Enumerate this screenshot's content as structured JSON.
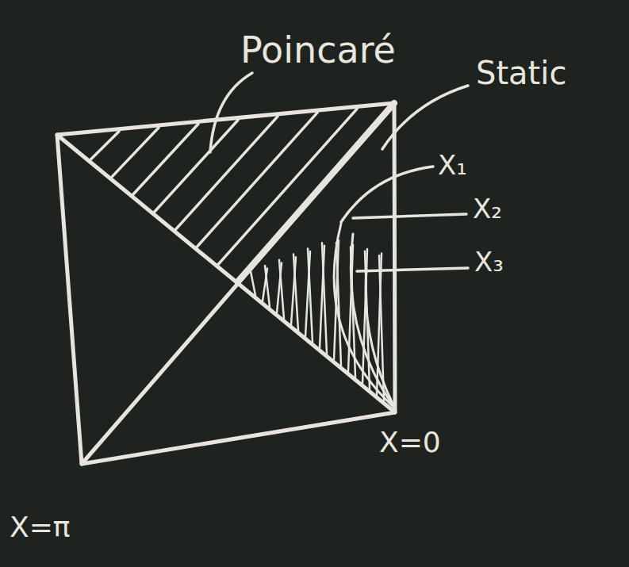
{
  "diagram": {
    "labels": [
      "Poincaré",
      "Static",
      "X₁",
      "X₂",
      "X₃",
      "X=0",
      "X=π"
    ]
  }
}
